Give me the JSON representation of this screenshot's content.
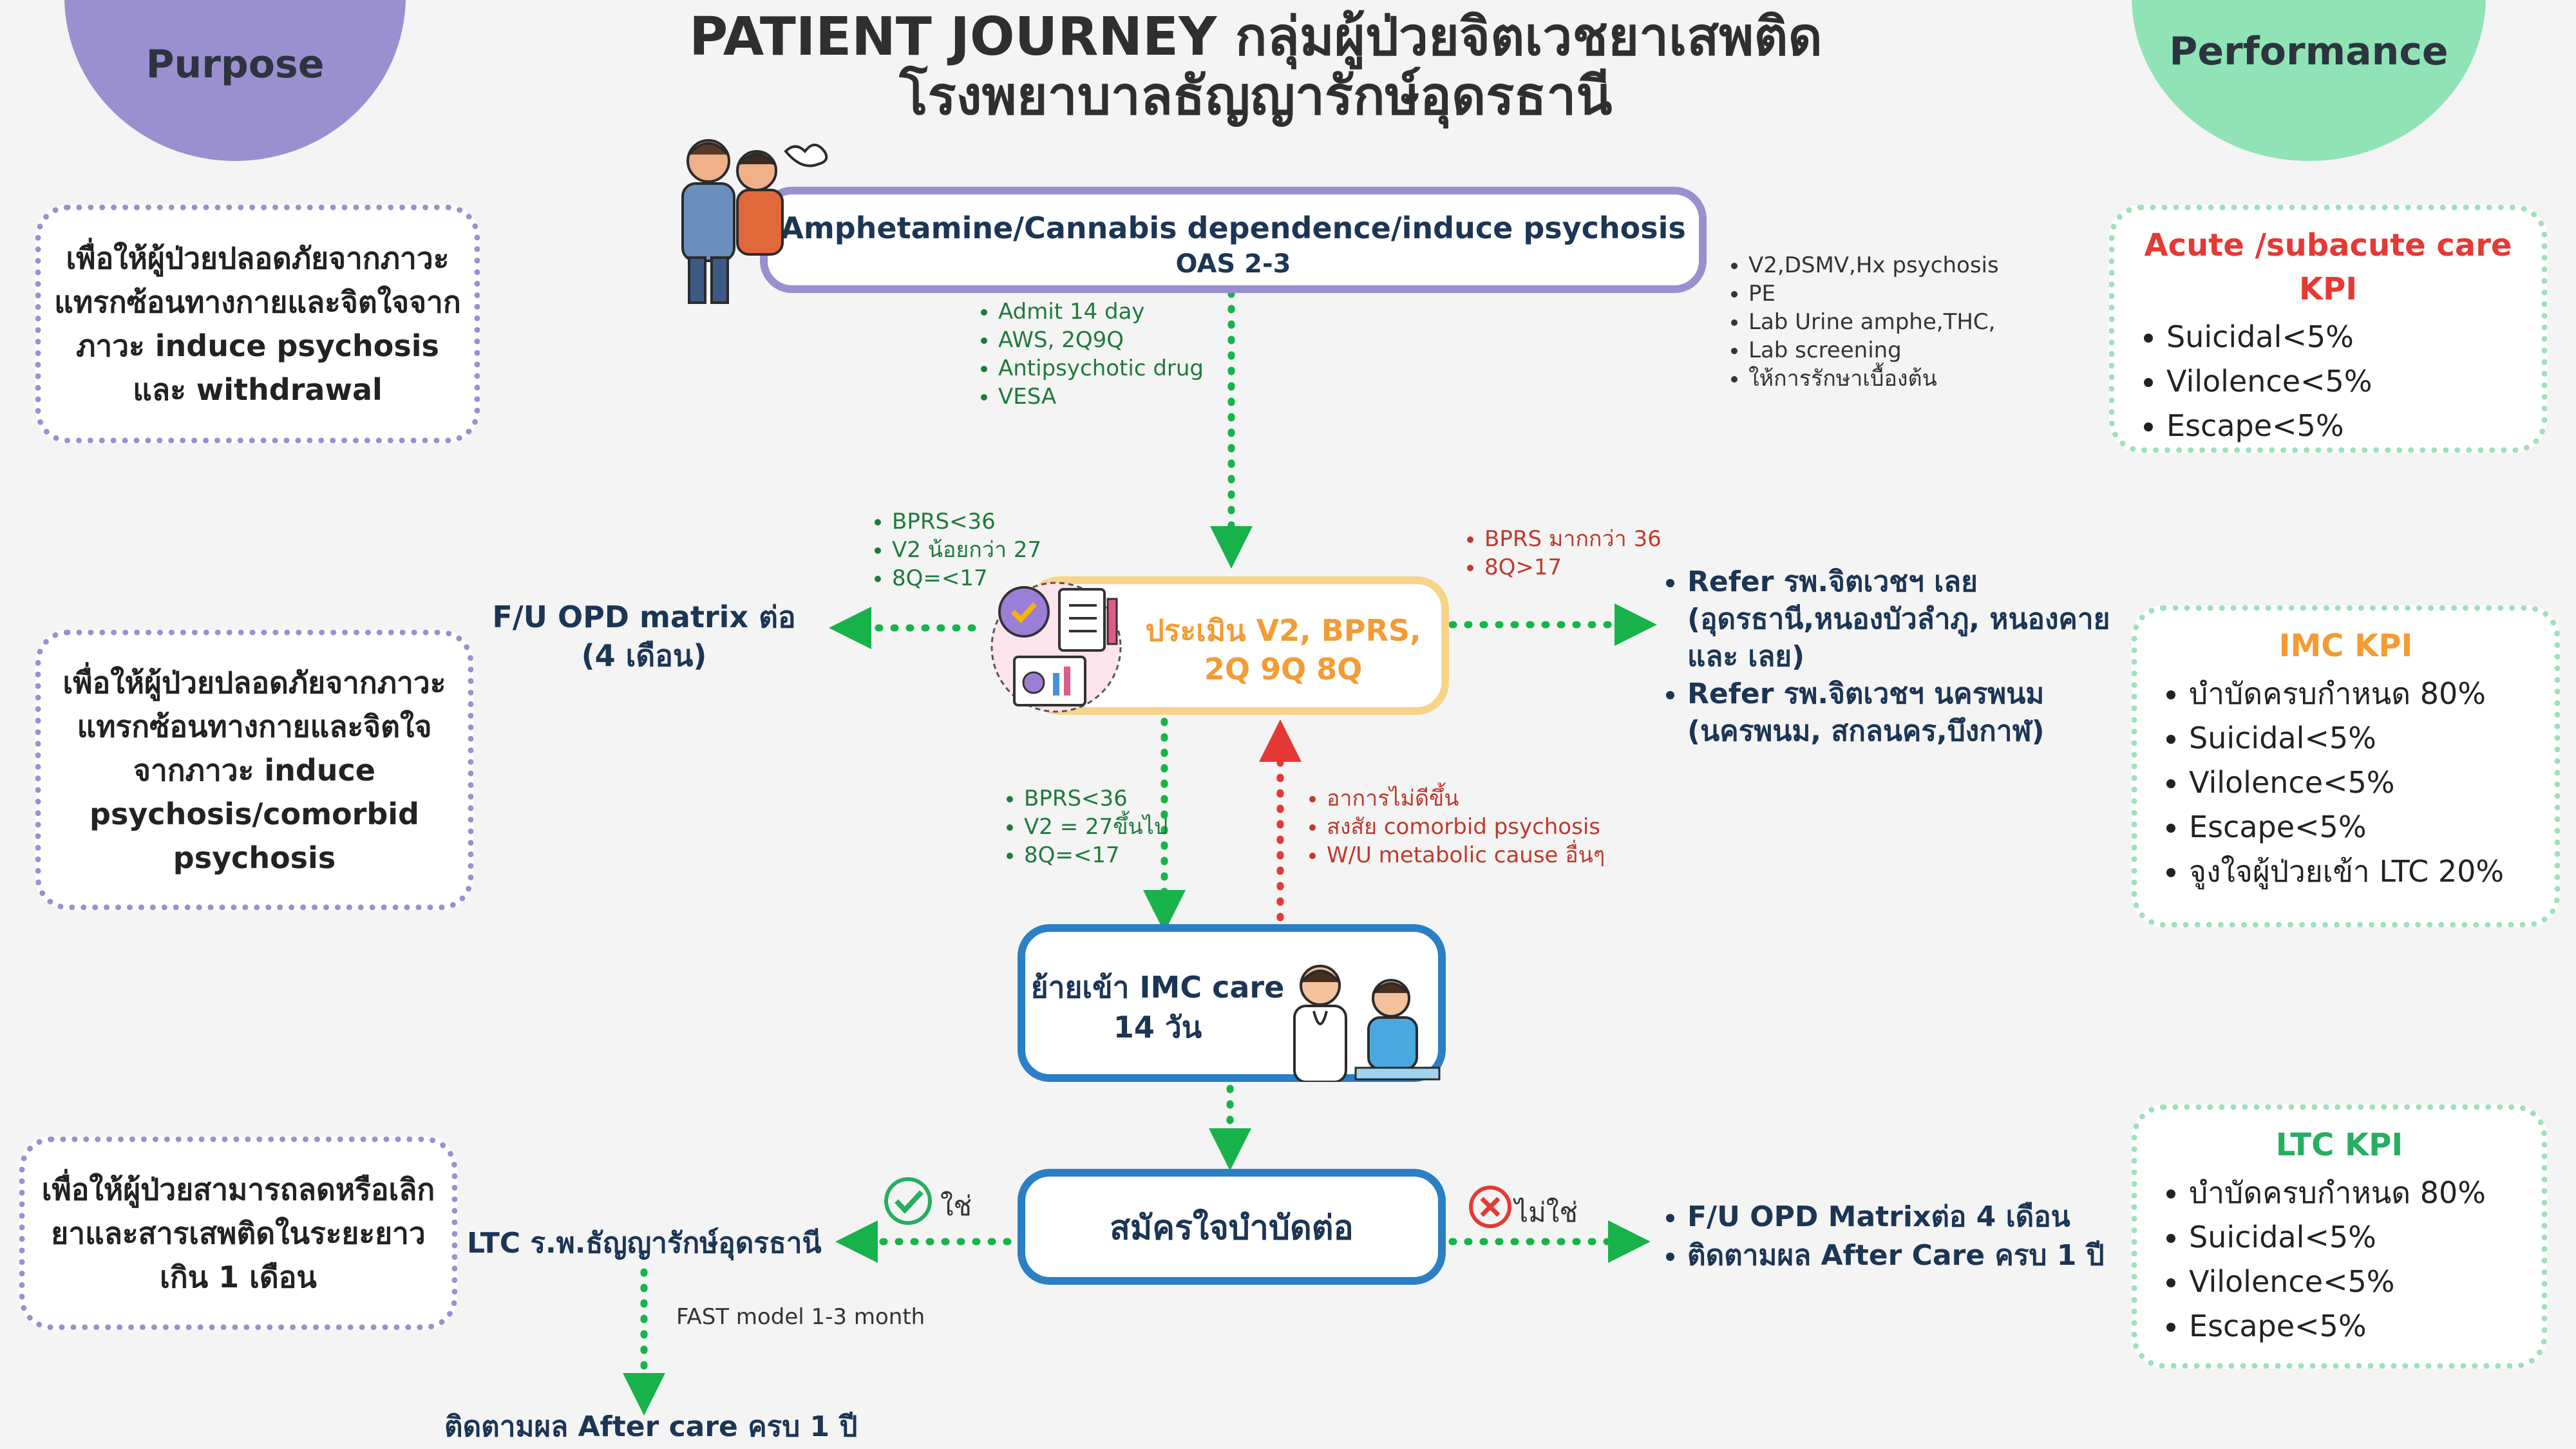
{
  "title": {
    "line1": "PATIENT JOURNEY กลุ่มผู้ป่วยจิตเวชยาเสพติด",
    "line2": "โรงพยาบาลธัญญารักษ์อุดรธานี"
  },
  "headers": {
    "purpose": "Purpose",
    "performance": "Performance"
  },
  "purposes": [
    "เพื่อให้ผู้ป่วยปลอดภัยจากภาวะแทรกซ้อนทางกายและจิตใจจากภาวะ induce psychosis และ withdrawal",
    "เพื่อให้ผู้ป่วยปลอดภัยจากภาวะแทรกซ้อนทางกายและจิตใจจากภาวะ induce psychosis/comorbid psychosis",
    "เพื่อให้ผู้ป่วยสามารถลดหรือเลิกยาและสารเสพติดในระยะยาวเกิน 1 เดือน"
  ],
  "kpis": [
    {
      "title": "Acute /subacute care KPI",
      "color": "#e53935",
      "items": [
        "Suicidal<5%",
        "Vilolence<5%",
        "Escape<5%"
      ]
    },
    {
      "title": "IMC KPI",
      "color": "#f39c33",
      "items": [
        "บำบัดครบกำหนด 80%",
        "Suicidal<5%",
        "Vilolence<5%",
        "Escape<5%",
        "จูงใจผู้ป่วยเข้า LTC 20%"
      ]
    },
    {
      "title": "LTC KPI",
      "color": "#27ae60",
      "items": [
        "บำบัดครบกำหนด 80%",
        "Suicidal<5%",
        "Vilolence<5%",
        "Escape<5%"
      ]
    }
  ],
  "nodes": {
    "start": {
      "line1": "Amphetamine/Cannabis dependence/induce psychosis",
      "line2": "OAS 2-3"
    },
    "assess": {
      "line1": "ประเมิน V2, BPRS,",
      "line2": "2Q 9Q 8Q"
    },
    "imc": {
      "line1": "ย้ายเข้า IMC care",
      "line2": "14 วัน"
    },
    "volunteer": {
      "text": "สมัครใจบำบัดต่อ"
    }
  },
  "notes": {
    "admit": [
      "Admit 14 day",
      "AWS, 2Q9Q",
      "Antipsychotic drug",
      "VESA"
    ],
    "right_top": [
      "V2,DSMV,Hx psychosis",
      "PE",
      "Lab Urine amphe,THC,",
      "Lab screening",
      "ให้การรักษาเบื้องต้น"
    ],
    "left_criteria": [
      "BPRS<36",
      "V2 น้อยกว่า 27",
      "8Q=<17"
    ],
    "right_criteria": [
      "BPRS มากกว่า 36",
      "8Q>17"
    ],
    "down_criteria": [
      "BPRS<36",
      "V2 = 27ขึ้นไป",
      "8Q=<17"
    ],
    "up_criteria": [
      "อาการไม่ดีขึ้น",
      "สงสัย comorbid psychosis",
      "W/U metabolic cause อื่นๆ"
    ]
  },
  "outcomes": {
    "fu_opd": {
      "line1": "F/U OPD matrix ต่อ",
      "line2": "(4 เดือน)"
    },
    "refer": [
      {
        "line1": "Refer รพ.จิตเวชฯ เลย",
        "line2": "(อุดรธานี,หนองบัวลำภู, หนองคาย",
        "line3": "และ เลย)"
      },
      {
        "line1": "Refer รพ.จิตเวชฯ นครพนม",
        "line2": "(นครพนม, สกลนคร,บึงกาฬ)"
      }
    ],
    "yes_label": "ใช่",
    "no_label": "ไม่ใช่",
    "ltc": "LTC ร.พ.ธัญญารักษ์อุดรธานี",
    "no_path": [
      "F/U OPD Matrixต่อ 4 เดือน",
      "ติดตามผล After Care ครบ 1 ปี"
    ],
    "fast": "FAST model 1-3 month",
    "after_care": "ติดตามผล After care ครบ 1 ปี"
  },
  "colors": {
    "purple": "#9a90cf",
    "green_circle": "#8fe3b5",
    "flow_green": "#17b34a",
    "flow_red": "#e53935",
    "node_blue": "#2a7fc6",
    "node_purple": "#9a90cf",
    "node_yellow": "#f7d48a"
  }
}
